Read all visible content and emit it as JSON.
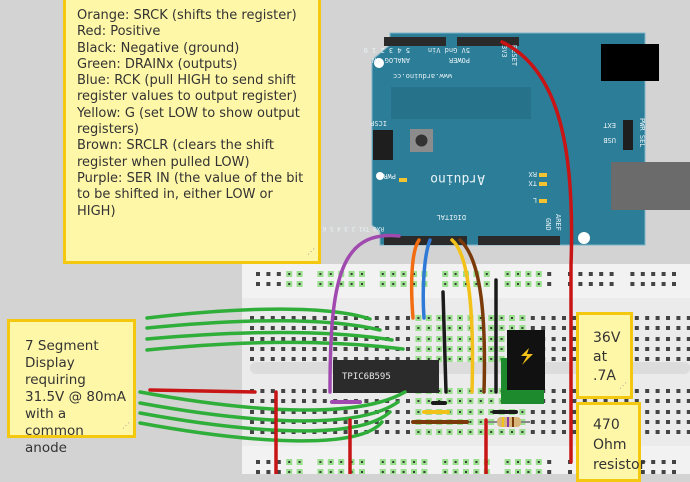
{
  "notes": {
    "legend": [
      "Orange: SRCK (shifts the register)",
      "Red: Positive",
      "Black: Negative (ground)",
      "Green: DRAINx (outputs)",
      "Blue: RCK (pull HIGH to send shift register values to output register)",
      "Yellow: G (set LOW to show output registers)",
      "Brown: SRCLR (clears the shift register when pulled LOW)",
      "Purple: SER IN (the value of the bit to be shifted in, either LOW or HIGH)"
    ],
    "display": "7 Segment Display requiring 31.5V @ 80mA with a common anode",
    "supply": [
      "36V",
      "at",
      ".7A"
    ],
    "resistor": [
      "470",
      "Ohm",
      "resistor"
    ]
  },
  "arduino": {
    "logo": "Arduino",
    "url": "www.arduino.cc",
    "labels": {
      "analog_in": "ANALOG IN",
      "power": "POWER",
      "digital": "DIGITAL",
      "icsp": "ICSP",
      "pwr": "PWR",
      "rx": "RX",
      "tx": "TX",
      "l": "L",
      "ext": "EXT",
      "usb": "USB",
      "pwr_sel": "PWR SEL",
      "aref": "AREF",
      "gnd": "GND",
      "reset": "RESET",
      "v33": "3V3",
      "power_pins": "5V Gnd Vin",
      "analog_pins": "5 4 3 2 1 0",
      "digital_pins": "RX0 TX1 2 3 4 5 6 7 8 9 10 11 12 13"
    }
  },
  "chip": {
    "label": "TPIC6B595"
  },
  "colors": {
    "note_bg": "#fff7a8",
    "note_border": "#f4c80e",
    "arduino": "#2b7d98",
    "wire_green": "#2fae3a",
    "wire_red": "#c81414",
    "wire_black": "#1a1a1a",
    "wire_orange": "#f26c12",
    "wire_blue": "#2f7ad6",
    "wire_yellow": "#f3c21a",
    "wire_brown": "#7a3a0a",
    "wire_purple": "#a04ab0"
  }
}
